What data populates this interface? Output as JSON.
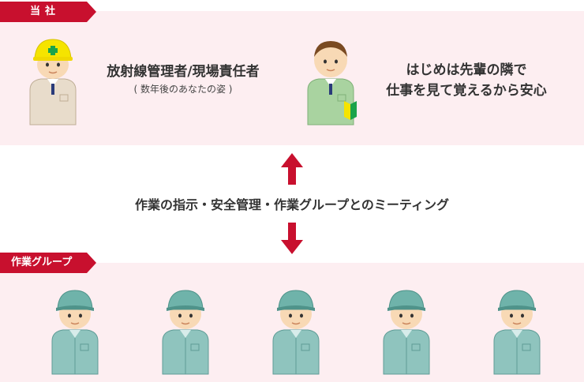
{
  "company": {
    "tag": "当社",
    "manager_title": "放射線管理者/現場責任者",
    "manager_subtitle": "( 数年後のあなたの姿 )",
    "newcomer_line1": "はじめは先輩の隣で",
    "newcomer_line2": "仕事を見て覚えるから安心"
  },
  "middle": {
    "label": "作業の指示・安全管理・作業グループとのミーティング"
  },
  "group": {
    "tag": "作業グループ",
    "worker_count": 5
  },
  "colors": {
    "accent": "#c8102e",
    "band": "#fdeef1",
    "helmet_yellow": "#f5e400",
    "newcomer_suit": "#a9d3a0",
    "worker_suit": "#8fc4be"
  },
  "icons": [
    "manager-worker-icon",
    "newcomer-worker-icon",
    "beginner-mark-icon",
    "arrow-up-icon",
    "arrow-down-icon",
    "group-worker-icon"
  ]
}
